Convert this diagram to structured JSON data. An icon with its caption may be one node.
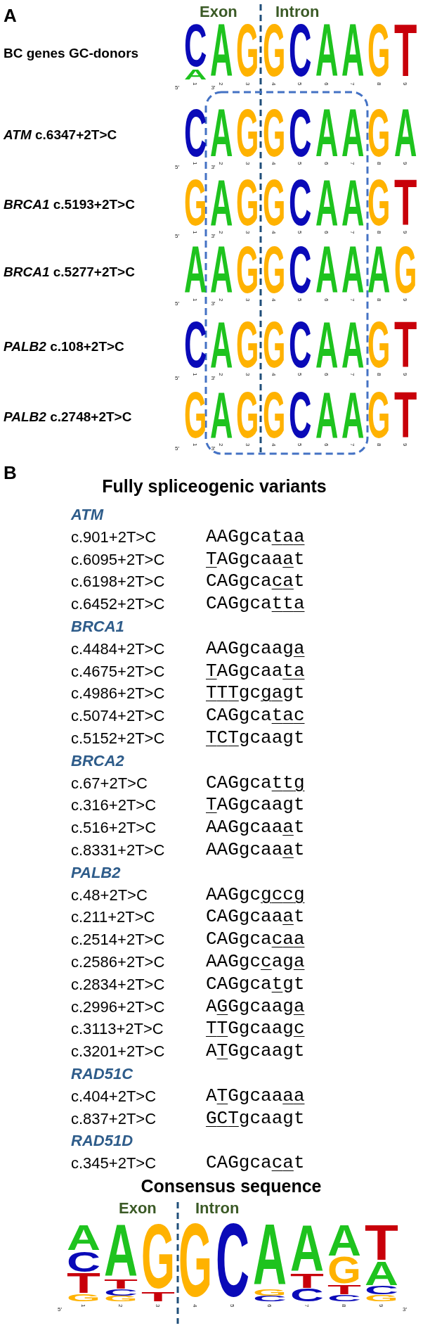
{
  "diagram": {
    "labels": [
      "A",
      "Exon",
      "Intron",
      "BC genes GC-donors",
      "CAGGCAAGT",
      "A",
      "1",
      "2",
      "3",
      "4",
      "5",
      "6",
      "7",
      "8",
      "9",
      "5′",
      "3′",
      "*ATM* c.6347+2T>C",
      "CAGGCAAGA",
      "1",
      "2",
      "3",
      "4",
      "5",
      "6",
      "7",
      "8",
      "9",
      "5′",
      "3′",
      "*BRCA1* c.5193+2T>C",
      "GAGGCAAGT",
      "1",
      "2",
      "3",
      "4",
      "5",
      "6",
      "7",
      "8",
      "9",
      "5′",
      "3′",
      "*BRCA1* c.5277+2T>C",
      "AAGGCAAAG",
      "1",
      "2",
      "3",
      "4",
      "5",
      "6",
      "7",
      "8",
      "9",
      "5′",
      "3′",
      "*PALB2* c.108+2T>C",
      "CAGGCAAGT",
      "1",
      "2",
      "3",
      "4",
      "5",
      "6",
      "7",
      "8",
      "9",
      "5′",
      "3′",
      "*PALB2* c.2748+2T>C",
      "GAGGCAAGT",
      "1",
      "2",
      "3",
      "4",
      "5",
      "6",
      "7",
      "8",
      "9",
      "5′",
      "3′",
      "B",
      "Fully spliceogenic variants",
      "ATM",
      "c.901+2T>C",
      "AAGgcataa",
      "c.6095+2T>C",
      "TAGgcaaat",
      "c.6198+2T>C",
      "CAGgcacat",
      "c.6452+2T>C",
      "CAGgcatta",
      "BRCA1",
      "c.4484+2T>C",
      "AAGgcaaga",
      "c.4675+2T>C",
      "TAGgcaata",
      "c.4986+2T>C",
      "TTTgcgagt",
      "c.5074+2T>C",
      "CAGgcatac",
      "c.5152+2T>C",
      "TCTgcaagt",
      "BRCA2",
      "c.67+2T>C",
      "CAGgcattg",
      "c.316+2T>C",
      "TAGgcaagt",
      "c.516+2T>C",
      "AAGgcaaat",
      "c.8331+2T>C",
      "AAGgcaaat",
      "PALB2",
      "c.48+2T>C",
      "AAGgcgccg",
      "c.211+2T>C",
      "CAGgcaaat",
      "c.2514+2T>C",
      "CAGgcacaa",
      "c.2586+2T>C",
      "AAGgccaga",
      "c.2834+2T>C",
      "CAGgcatgt",
      "c.2996+2T>C",
      "AGGgcaaga",
      "c.3113+2T>C",
      "TTGgcaagc",
      "c.3201+2T>C",
      "ATGgcaagt",
      "RAD51C",
      "c.404+2T>C",
      "ATGgcaaaa",
      "c.837+2T>C",
      "GCTgcaagt",
      "RAD51D",
      "c.345+2T>C",
      "CAGgcacat",
      "Consensus sequence",
      "Exon",
      "Intron",
      "ACTG",
      "ATCG",
      "GT",
      "G",
      "C",
      "AGC",
      "ATC",
      "AGTC",
      "TACG",
      "1",
      "2",
      "3",
      "4",
      "5",
      "6",
      "7",
      "8",
      "9",
      "5′",
      "3′"
    ]
  }
}
